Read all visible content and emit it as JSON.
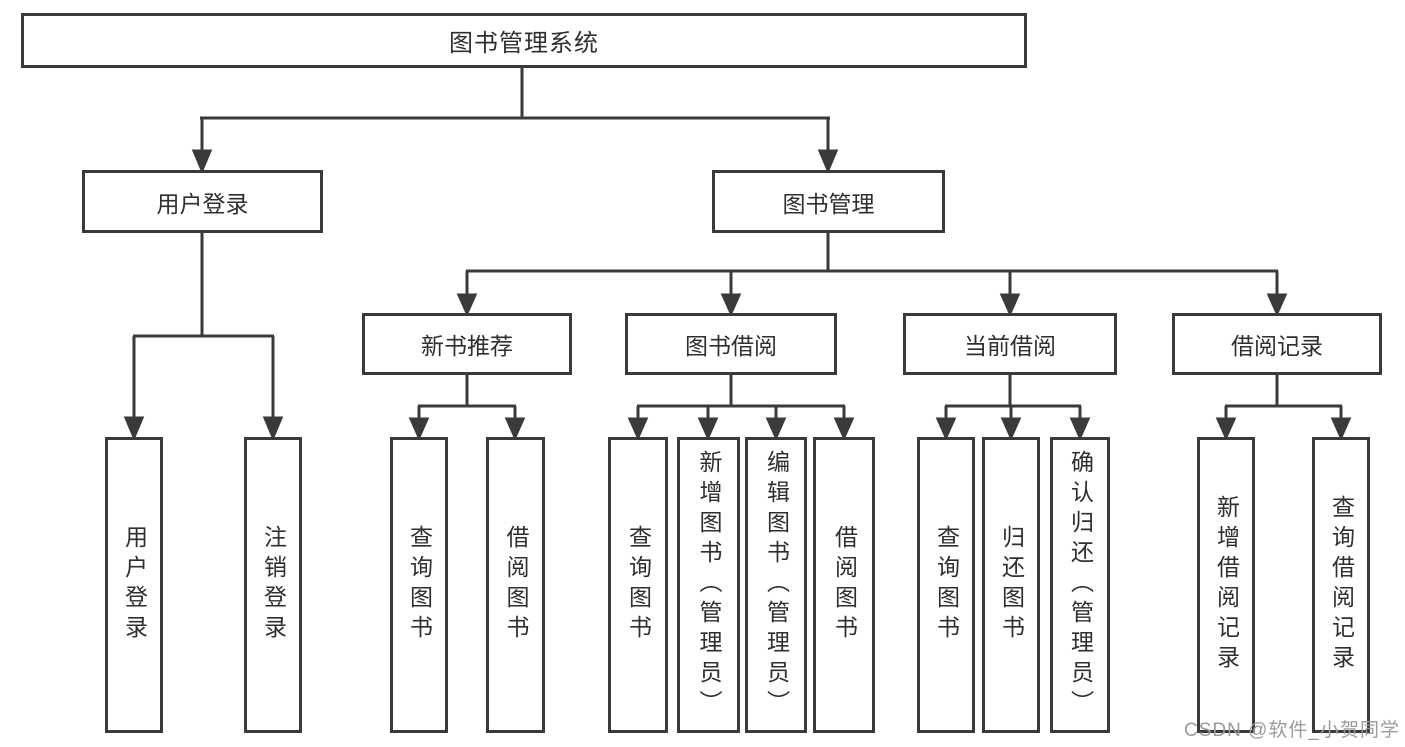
{
  "diagram_type": "tree-structure-chart",
  "colors": {
    "line": "#3a3a3a",
    "text": "#2f2f2f",
    "box_fill": "#ffffff",
    "background": "#ffffff",
    "watermark": "#9b9b9b"
  },
  "tree": {
    "label": "图书管理系统",
    "children": [
      {
        "label": "用户登录",
        "children": [
          {
            "label": "用户登录"
          },
          {
            "label": "注销登录"
          }
        ]
      },
      {
        "label": "图书管理",
        "children": [
          {
            "label": "新书推荐",
            "children": [
              {
                "label": "查询图书"
              },
              {
                "label": "借阅图书"
              }
            ]
          },
          {
            "label": "图书借阅",
            "children": [
              {
                "label": "查询图书"
              },
              {
                "label": "新增图书（管理员）"
              },
              {
                "label": "编辑图书（管理员）"
              },
              {
                "label": "借阅图书"
              }
            ]
          },
          {
            "label": "当前借阅",
            "children": [
              {
                "label": "查询图书"
              },
              {
                "label": "归还图书"
              },
              {
                "label": "确认归还（管理员）"
              }
            ]
          },
          {
            "label": "借阅记录",
            "children": [
              {
                "label": "新增借阅记录"
              },
              {
                "label": "查询借阅记录"
              }
            ]
          }
        ]
      }
    ]
  },
  "watermark": {
    "text": "CSDN @软件_小贺同学"
  }
}
